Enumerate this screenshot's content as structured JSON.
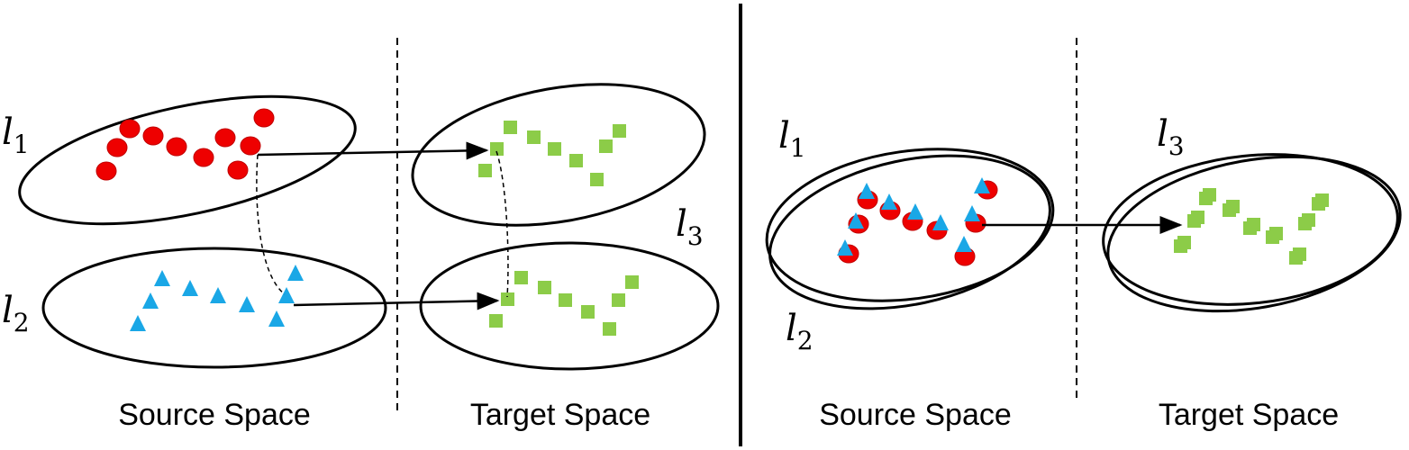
{
  "left_panel": {
    "captions": {
      "source": "Source Space",
      "target": "Target Space"
    },
    "labels": {
      "l1": {
        "letter": "l",
        "sub": "1"
      },
      "l2": {
        "letter": "l",
        "sub": "2"
      },
      "l3": {
        "letter": "l",
        "sub": "3"
      }
    }
  },
  "right_panel": {
    "captions": {
      "source": "Source Space",
      "target": "Target Space"
    },
    "labels": {
      "l1": {
        "letter": "l",
        "sub": "1"
      },
      "l2": {
        "letter": "l",
        "sub": "2"
      },
      "l3": {
        "letter": "l",
        "sub": "3"
      }
    }
  },
  "colors": {
    "circle_marker": "#ee0000",
    "triangle_marker": "#1aa7e6",
    "square_marker": "#8ccc48",
    "lines": "#000000"
  },
  "icons": {
    "circle": "red-circle-icon",
    "triangle": "blue-triangle-icon",
    "square": "green-square-icon",
    "arrow": "arrow-icon"
  }
}
